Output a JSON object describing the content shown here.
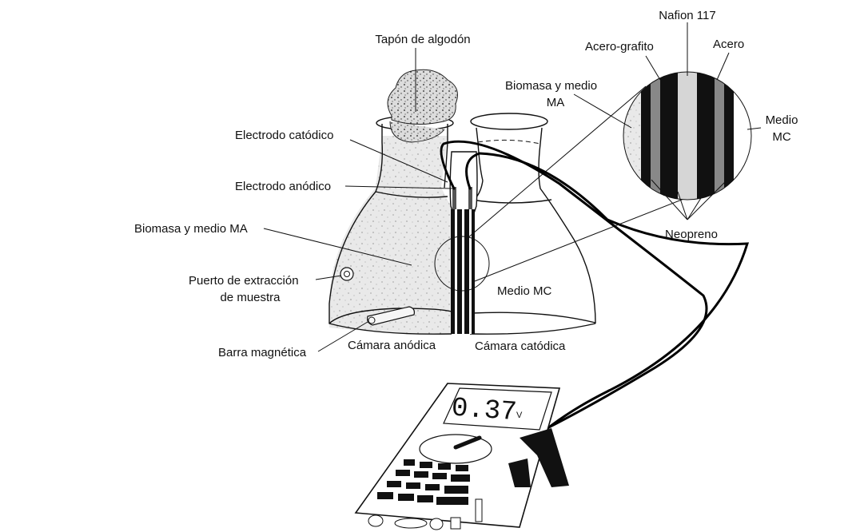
{
  "labels": {
    "cotton_plug": "Tapón de algodón",
    "cathodic_electrode": "Electrodo catódico",
    "anodic_electrode": "Electrodo anódico",
    "biomass_ma": "Biomasa y medio MA",
    "sample_port_1": "Puerto de extracción",
    "sample_port_2": "de muestra",
    "magnetic_bar": "Barra magnética",
    "anodic_chamber": "Cámara anódica",
    "cathodic_chamber": "Cámara catódica",
    "medio_mc": "Medio MC",
    "nafion": "Nafion 117",
    "acero_grafito": "Acero-grafito",
    "acero": "Acero",
    "zoom_biomass_1": "Biomasa y medio",
    "zoom_biomass_2": "MA",
    "zoom_medio_1": "Medio",
    "zoom_medio_2": "MC",
    "neopreno": "Neopreno"
  },
  "multimeter": {
    "reading": "0.37",
    "unit": "V"
  }
}
